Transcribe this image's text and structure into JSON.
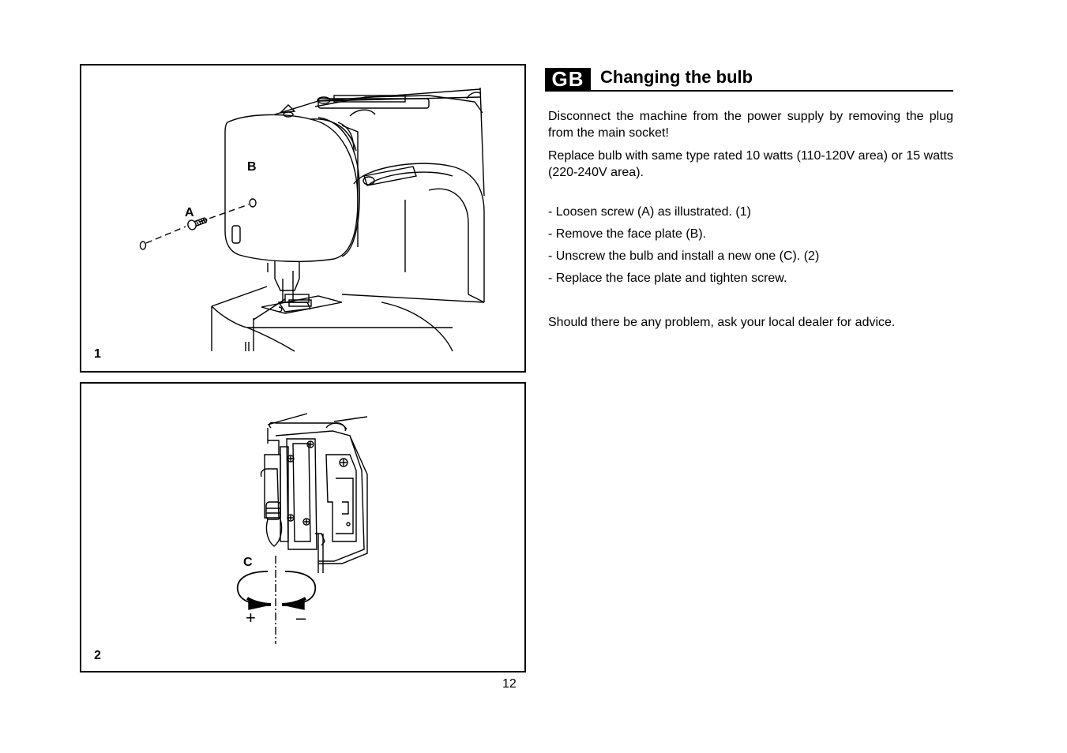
{
  "language_badge": "GB",
  "title": "Changing the bulb",
  "intro": [
    "Disconnect the machine from the power supply by removing the plug from the main socket!",
    "Replace bulb with same type rated 10 watts (110-120V area) or 15 watts (220-240V area)."
  ],
  "steps": [
    "- Loosen screw (A) as illustrated. (1)",
    "- Remove the face plate (B).",
    "- Unscrew the bulb and install a new one (C). (2)",
    "- Replace the face plate and tighten screw."
  ],
  "advice": "Should there be any problem, ask your local dealer for advice.",
  "figure1": {
    "number": "1",
    "label_a": "A",
    "label_b": "B"
  },
  "figure2": {
    "number": "2",
    "label_c": "C",
    "plus": "+",
    "minus": "–"
  },
  "page_number": "12"
}
